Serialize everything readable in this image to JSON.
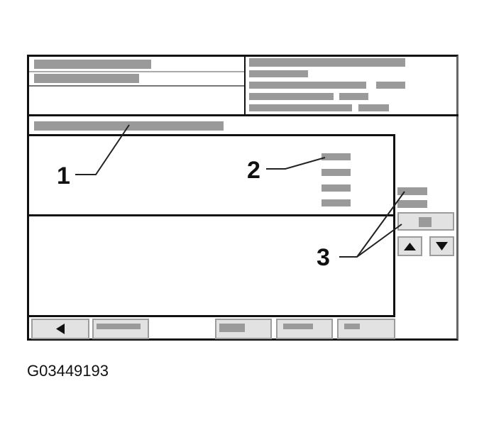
{
  "figure": {
    "id": "G03449193",
    "description": "Diagnostic tester screen layout diagram with numbered callouts"
  },
  "screen": {
    "header_left": {
      "lines": 2,
      "placeholder_bars": [
        "title-line-1",
        "title-line-2"
      ]
    },
    "header_right": {
      "lines": 5,
      "placeholder_bars": [
        "info-line-1",
        "info-line-2",
        "info-line-3 + value",
        "info-line-4 + value",
        "info-line-5 + value"
      ]
    },
    "section_title_bar": "placeholder",
    "upper_panel": {
      "value_bars": 4
    },
    "lower_panel": {},
    "side_panel": {
      "value_bars": 2,
      "scroll_indicator": true,
      "scroll_up_icon": "triangle-up",
      "scroll_down_icon": "triangle-down"
    },
    "bottom_toolbar": {
      "buttons": [
        {
          "icon": "triangle-left",
          "label": ""
        },
        {
          "label": ""
        },
        {
          "label": ""
        },
        {
          "label": ""
        },
        {
          "label": ""
        }
      ]
    }
  },
  "callouts": [
    {
      "number": "1",
      "target": "section-title-bar"
    },
    {
      "number": "2",
      "target": "upper-panel-values"
    },
    {
      "number": "3",
      "target": "side-panel-scroll-controls"
    }
  ],
  "colors": {
    "frame": "#111111",
    "placeholder": "#9a9a9a",
    "button_face": "#e2e2e2",
    "button_border": "#9c9c9c"
  }
}
